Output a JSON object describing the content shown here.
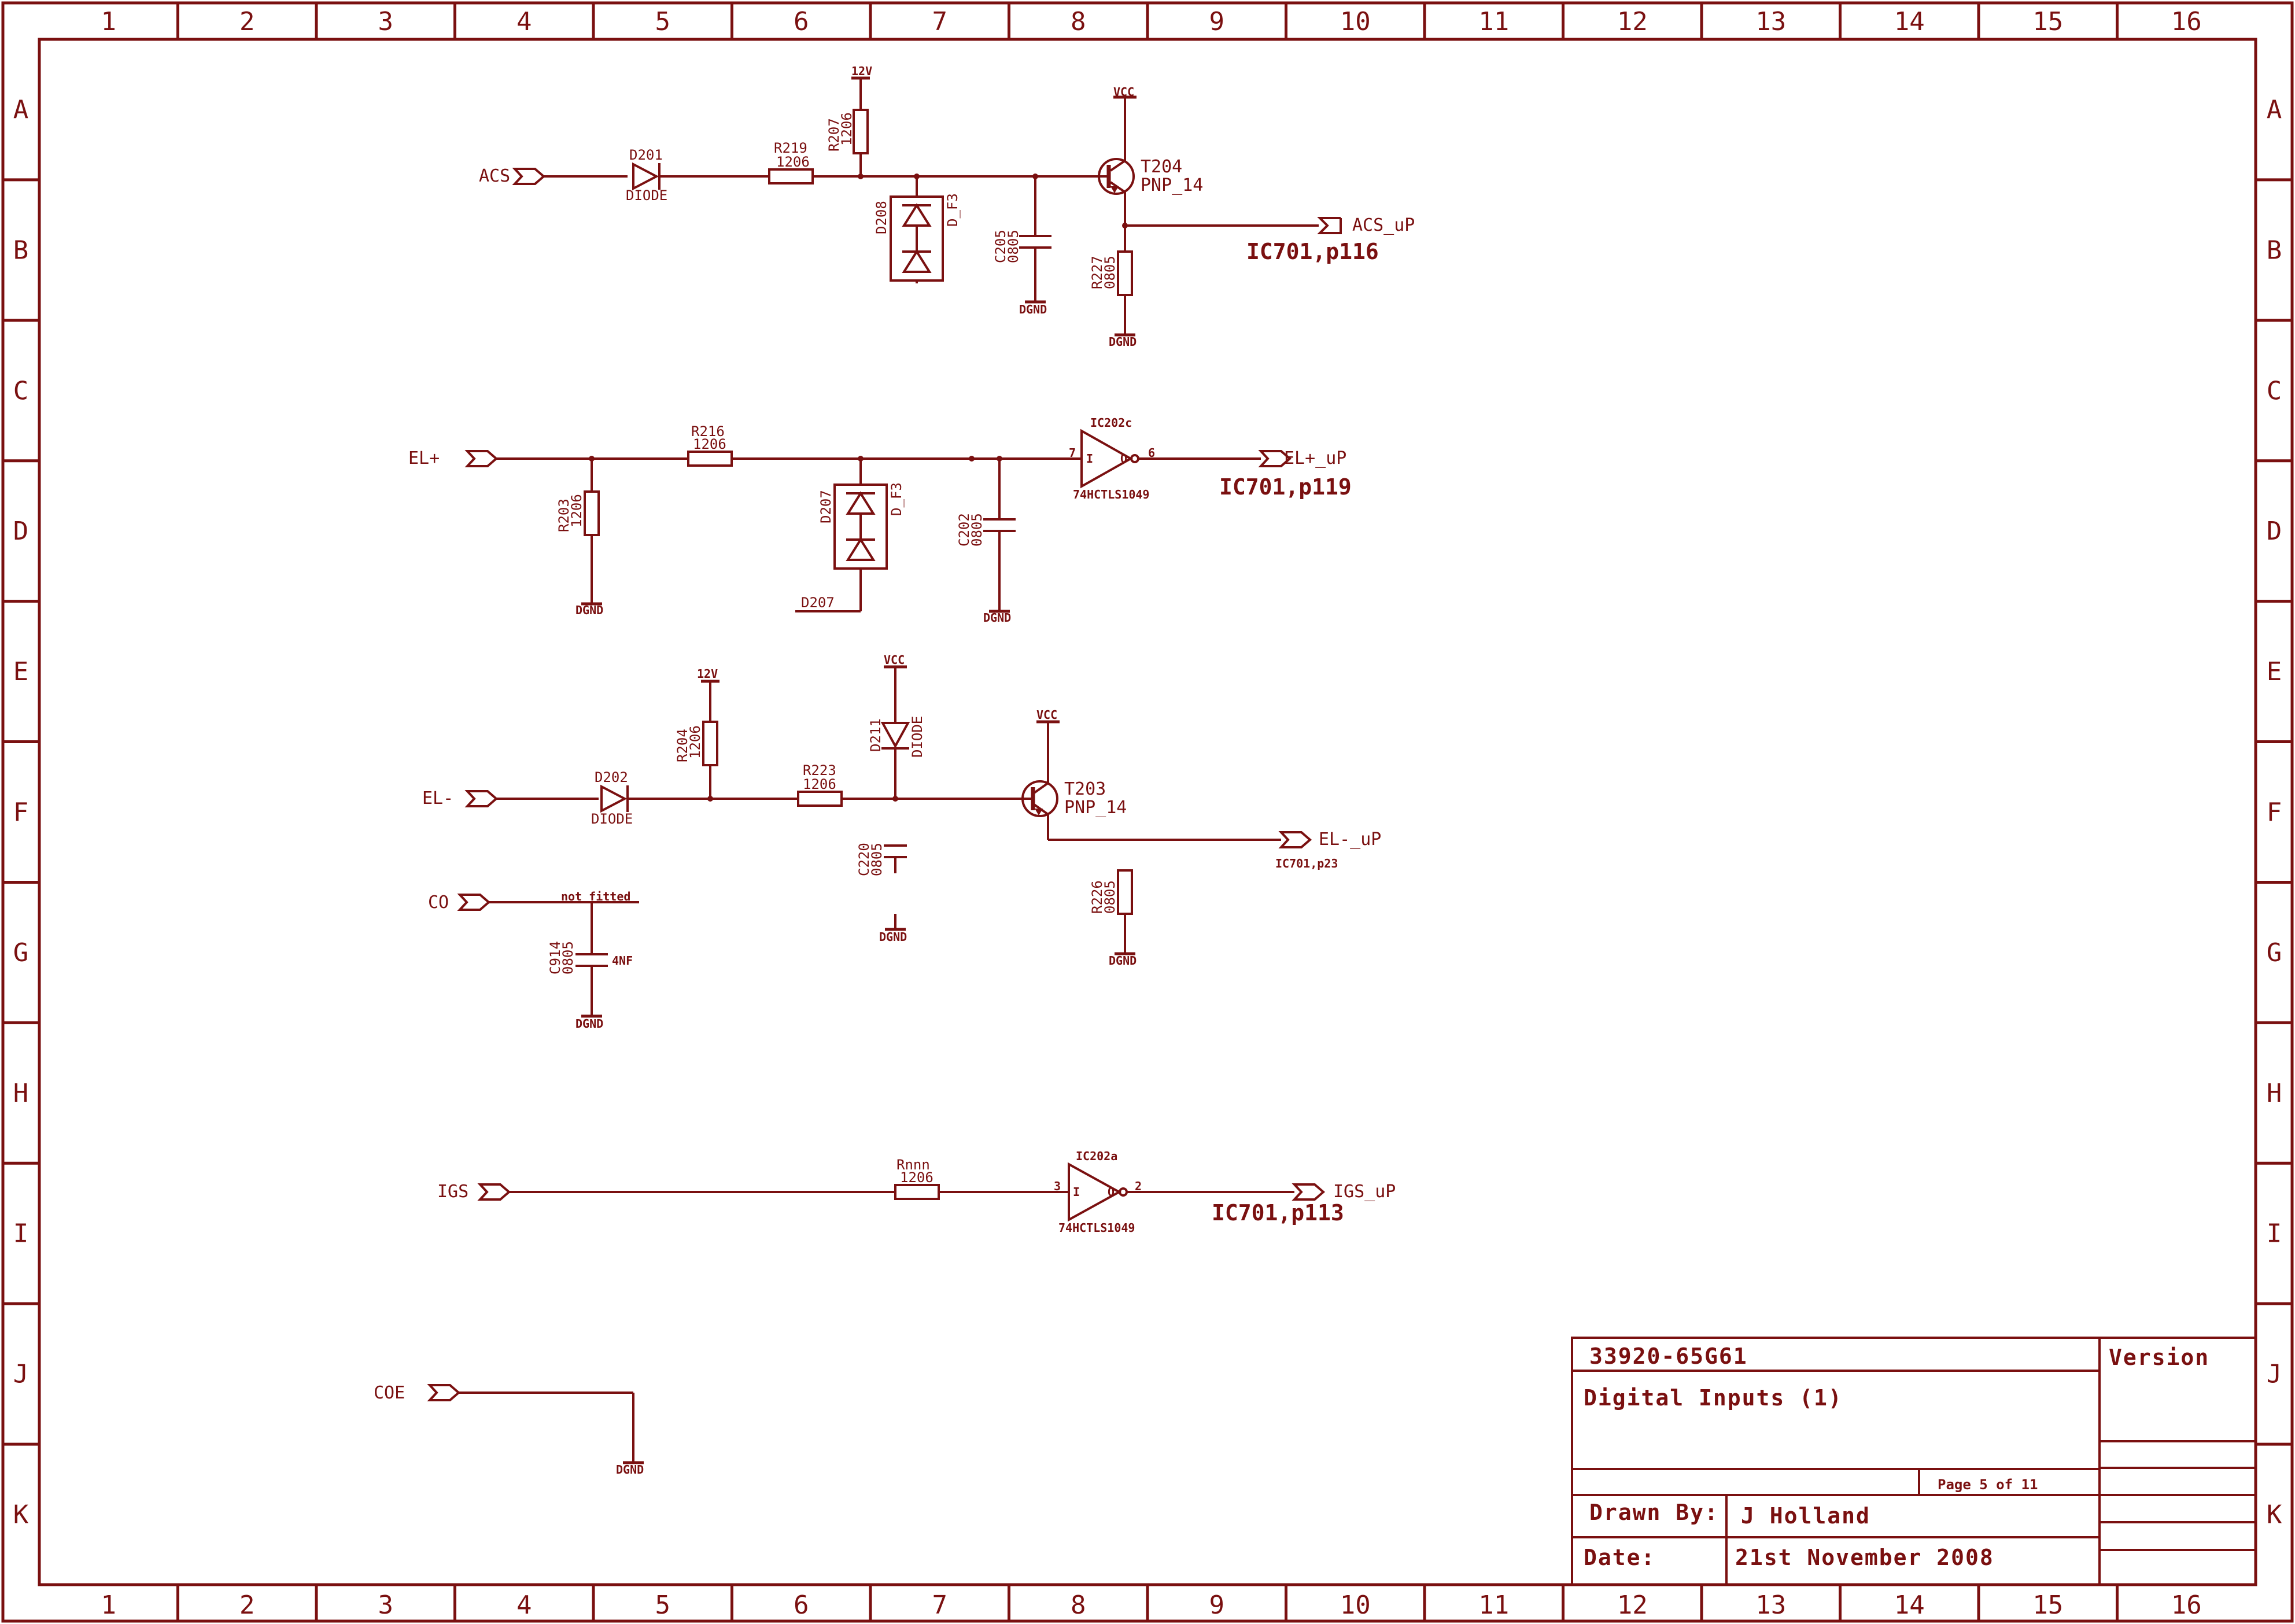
{
  "colors": {
    "ink": "#7a1010",
    "background": "#ffffff"
  },
  "frame": {
    "columns": [
      "1",
      "2",
      "3",
      "4",
      "5",
      "6",
      "7",
      "8",
      "9",
      "10",
      "11",
      "12",
      "13",
      "14",
      "15",
      "16"
    ],
    "rows": [
      "A",
      "B",
      "C",
      "D",
      "E",
      "F",
      "G",
      "H",
      "I",
      "J",
      "K"
    ]
  },
  "title_block": {
    "drawing_number": "33920-65G61",
    "title": "Digital Inputs (1)",
    "version_label": "Version",
    "page": "Page 5 of 11",
    "drawn_by_label": "Drawn By:",
    "drawn_by": "J Holland",
    "date_label": "Date:",
    "date": "21st November 2008"
  },
  "ports": {
    "acs": "ACS",
    "acs_up": "ACS_uP",
    "el_plus": "EL+",
    "el_plus_up": "EL+_uP",
    "el_minus": "EL-",
    "el_minus_up": "EL-_uP",
    "co": "CO",
    "igs": "IGS",
    "igs_up": "IGS_uP",
    "coe": "COE"
  },
  "refs": {
    "acs": "IC701,p116",
    "el_plus": "IC701,p119",
    "el_minus": "IC701,p23",
    "igs": "IC701,p113"
  },
  "components": {
    "d201": {
      "ref": "D201",
      "value": "DIODE"
    },
    "r219": {
      "ref": "R219",
      "value": "1206"
    },
    "r207": {
      "ref": "R207",
      "value": "1206"
    },
    "d208": {
      "ref": "D208",
      "value": "D_F3"
    },
    "c205": {
      "ref": "C205",
      "value": "0805"
    },
    "t204": {
      "ref": "T204",
      "value": "PNP_14"
    },
    "r227": {
      "ref": "R227",
      "value": "0805"
    },
    "r216": {
      "ref": "R216",
      "value": "1206"
    },
    "r203": {
      "ref": "R203",
      "value": "1206"
    },
    "d207": {
      "ref": "D207",
      "value": "D_F3",
      "net": "D207"
    },
    "c202": {
      "ref": "C202",
      "value": "0805"
    },
    "ic202c": {
      "ref": "IC202c",
      "part": "74HCTLS1049",
      "pin_in": "7",
      "pin_out": "6",
      "in_label": "I",
      "out_label": "O"
    },
    "d202": {
      "ref": "D202",
      "value": "DIODE"
    },
    "r204": {
      "ref": "R204",
      "value": "1206"
    },
    "r223": {
      "ref": "R223",
      "value": "1206"
    },
    "d211": {
      "ref": "D211",
      "value": "DIODE"
    },
    "t203": {
      "ref": "T203",
      "value": "PNP_14"
    },
    "c220": {
      "ref": "C220",
      "value": "0805"
    },
    "r226": {
      "ref": "R226",
      "value": "0805"
    },
    "c914": {
      "ref": "C914",
      "value": "0805",
      "cap": "4NF"
    },
    "not_fitted": "not fitted",
    "rnnn": {
      "ref": "Rnnn",
      "value": "1206"
    },
    "ic202a": {
      "ref": "IC202a",
      "part": "74HCTLS1049",
      "pin_in": "3",
      "pin_out": "2",
      "in_label": "I",
      "out_label": "O"
    }
  },
  "power": {
    "v12": "12V",
    "vcc": "VCC",
    "dgnd": "DGND"
  }
}
